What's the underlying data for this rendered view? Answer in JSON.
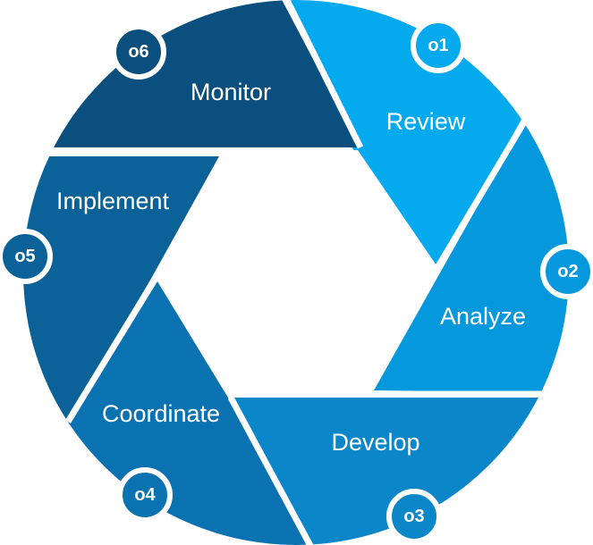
{
  "diagram": {
    "steps": [
      {
        "label": "Review",
        "badge": "o1",
        "color": "#04a9ee"
      },
      {
        "label": "Analyze",
        "badge": "o2",
        "color": "#0598dd"
      },
      {
        "label": "Develop",
        "badge": "o3",
        "color": "#0a86c9"
      },
      {
        "label": "Coordinate",
        "badge": "o4",
        "color": "#0a72b0"
      },
      {
        "label": "Implement",
        "badge": "o5",
        "color": "#0a6299"
      },
      {
        "label": "Monitor",
        "badge": "o6",
        "color": "#0b4f7e"
      }
    ]
  }
}
